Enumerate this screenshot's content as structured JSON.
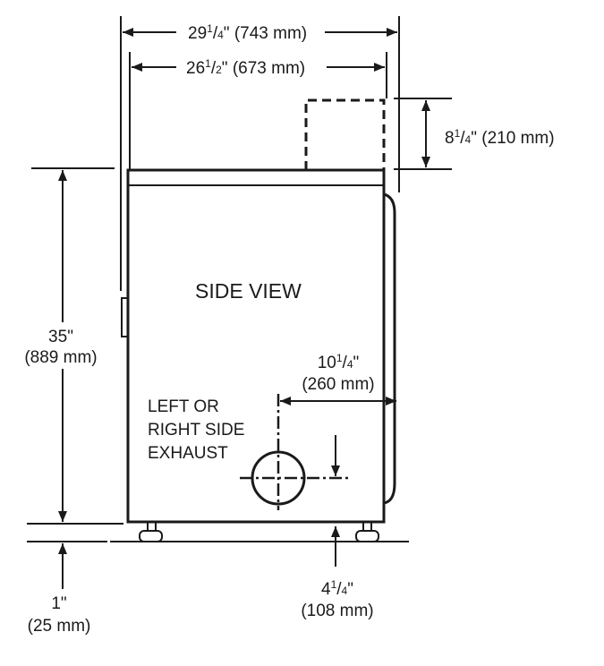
{
  "diagram": {
    "view_label": "SIDE VIEW",
    "exhaust_label": [
      "LEFT OR",
      "RIGHT SIDE",
      "EXHAUST"
    ],
    "dimensions": {
      "overall_depth": {
        "whole": "29",
        "num": "1",
        "den": "4",
        "unit": "\"",
        "metric": "(743 mm)"
      },
      "cabinet_depth": {
        "whole": "26",
        "num": "1",
        "den": "2",
        "unit": "\"",
        "metric": "(673 mm)"
      },
      "exhaust_extension": {
        "whole": "8",
        "num": "1",
        "den": "4",
        "unit": "\"",
        "metric": "(210 mm)"
      },
      "cabinet_height": {
        "whole": "35",
        "unit": "\"",
        "metric": "(889 mm)"
      },
      "exhaust_from_rear": {
        "whole": "10",
        "num": "1",
        "den": "4",
        "unit": "\"",
        "metric": "(260 mm)"
      },
      "exhaust_height": {
        "whole": "4",
        "num": "1",
        "den": "4",
        "unit": "\"",
        "metric": "(108 mm)"
      },
      "floor_clearance": {
        "whole": "1",
        "unit": "\"",
        "metric": "(25 mm)"
      }
    },
    "colors": {
      "line": "#1a1a1a",
      "background": "#ffffff"
    }
  }
}
